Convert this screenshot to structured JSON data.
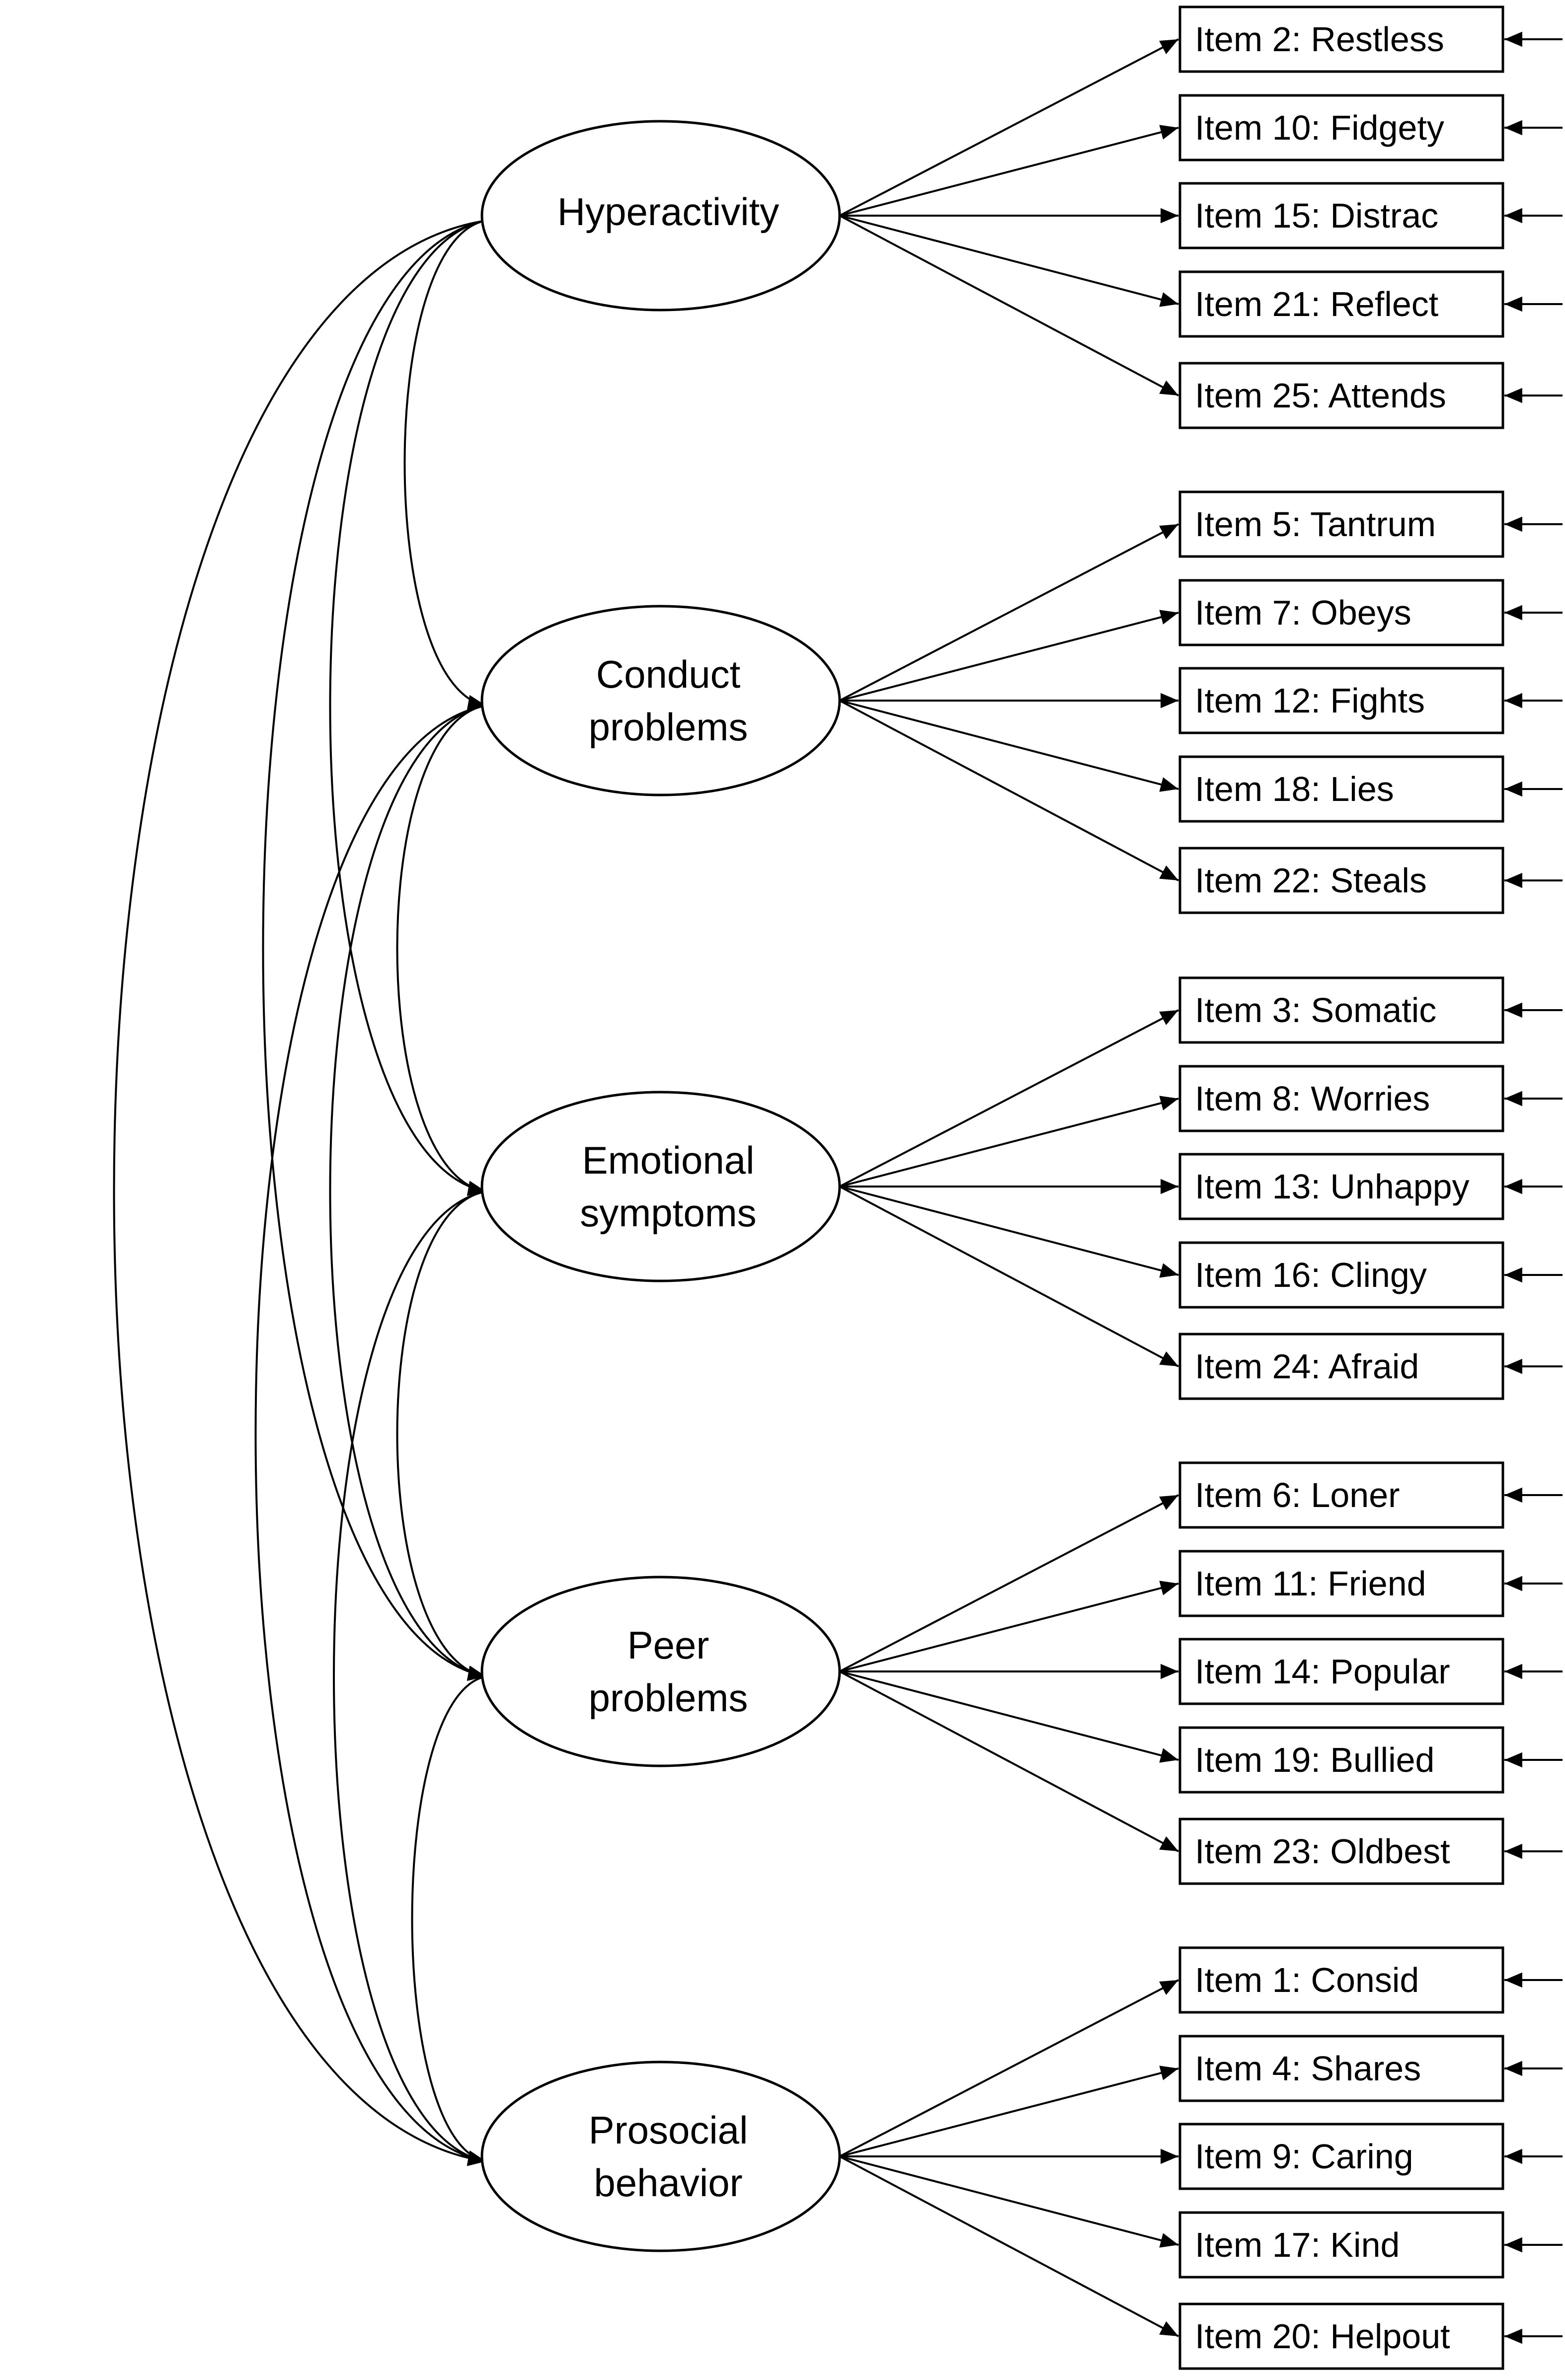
{
  "factors": [
    {
      "key": "hyper",
      "label_lines": [
        "Hyperactivity"
      ],
      "items": [
        "Item 2: Restless",
        "Item 10: Fidgety",
        "Item 15: Distrac",
        "Item 21: Reflect",
        "Item 25: Attends"
      ]
    },
    {
      "key": "conduct",
      "label_lines": [
        "Conduct",
        "problems"
      ],
      "items": [
        "Item 5: Tantrum",
        "Item 7: Obeys",
        "Item 12: Fights",
        "Item 18: Lies",
        "Item 22: Steals"
      ]
    },
    {
      "key": "emotional",
      "label_lines": [
        "Emotional",
        "symptoms"
      ],
      "items": [
        "Item 3: Somatic",
        "Item 8: Worries",
        "Item 13: Unhappy",
        "Item 16: Clingy",
        "Item 24: Afraid"
      ]
    },
    {
      "key": "peer",
      "label_lines": [
        "Peer",
        "problems"
      ],
      "items": [
        "Item 6: Loner",
        "Item 11: Friend",
        "Item 14: Popular",
        "Item 19: Bullied",
        "Item 23: Oldbest"
      ]
    },
    {
      "key": "prosocial",
      "label_lines": [
        "Prosocial",
        "behavior"
      ],
      "items": [
        "Item 1: Consid",
        "Item 4: Shares",
        "Item 9: Caring",
        "Item 17: Kind",
        "Item 20: Helpout"
      ]
    }
  ],
  "covariances": [
    [
      "hyper",
      "conduct"
    ],
    [
      "hyper",
      "emotional"
    ],
    [
      "hyper",
      "peer"
    ],
    [
      "hyper",
      "prosocial"
    ],
    [
      "conduct",
      "emotional"
    ],
    [
      "conduct",
      "peer"
    ],
    [
      "conduct",
      "prosocial"
    ],
    [
      "emotional",
      "peer"
    ],
    [
      "emotional",
      "prosocial"
    ],
    [
      "peer",
      "prosocial"
    ]
  ]
}
